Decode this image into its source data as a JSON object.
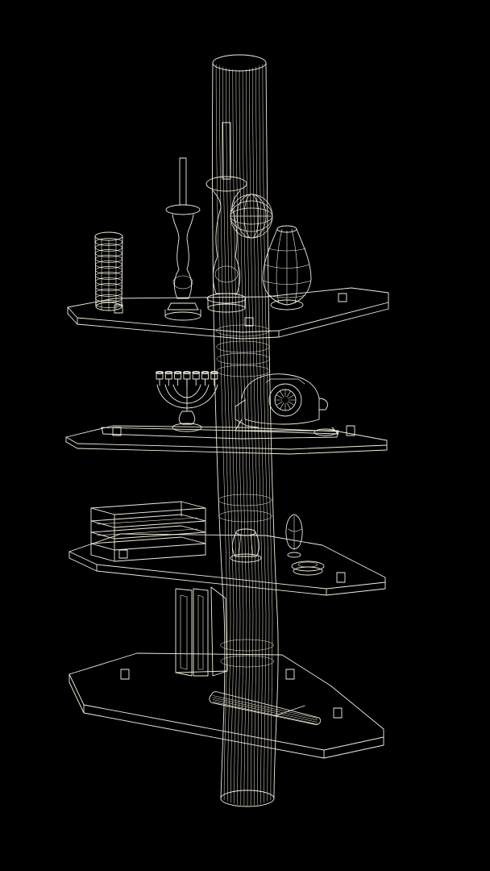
{
  "scene": {
    "subject": "wireframe-corner-shelf-render",
    "background_color": "#000000",
    "line_color": "#f2eede",
    "objects": [
      "pillar",
      "shelf-1",
      "shelf-2",
      "shelf-3",
      "shelf-4",
      "cylinder-vase",
      "candlestick-left",
      "candlestick-right",
      "wire-sphere",
      "lantern-vase",
      "menorah",
      "mantel-clock",
      "tray",
      "glass-box",
      "bowl-vase",
      "egg-lamp",
      "small-dish",
      "book-frames",
      "rolled-scroll"
    ]
  }
}
